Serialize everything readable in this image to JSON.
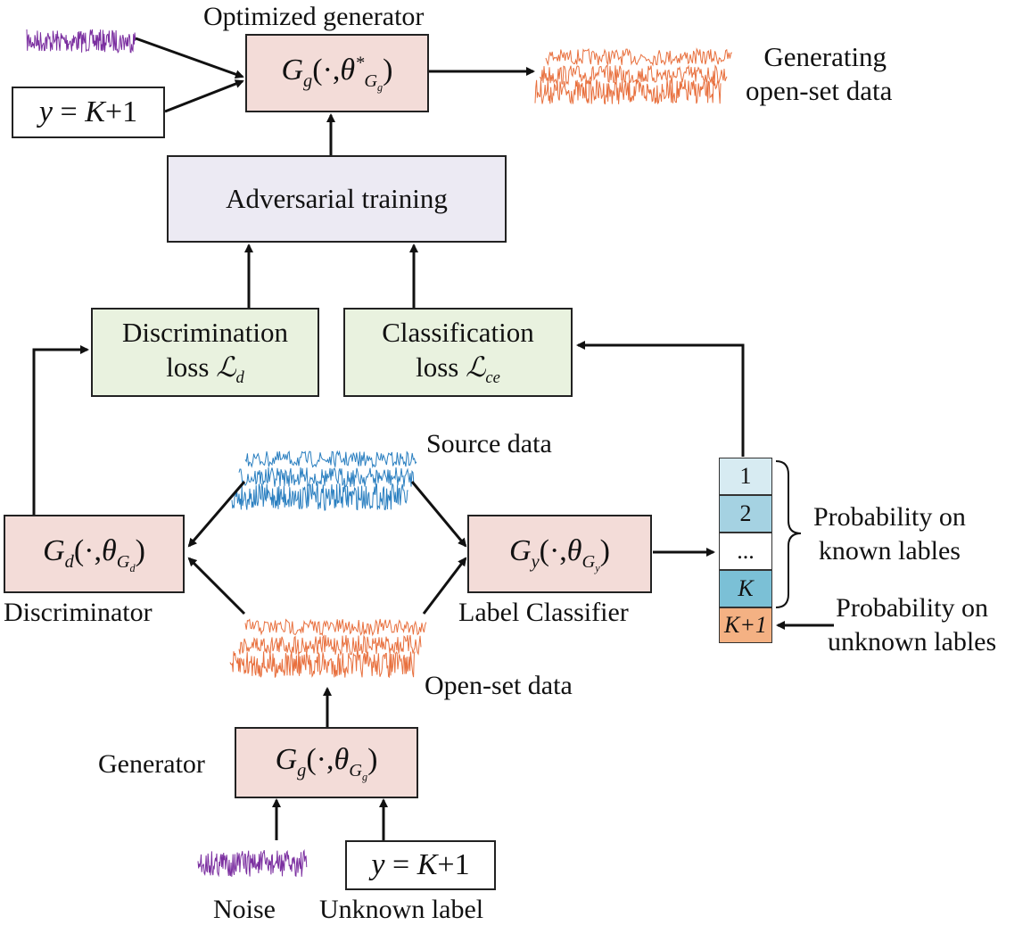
{
  "title": "Optimized generator",
  "optimized_generator": {
    "fn": "G",
    "fn_sub": "g",
    "param": "θ",
    "param_sub": "G",
    "param_subsub": "g",
    "star": "*"
  },
  "top_label_box": {
    "y": "y",
    "eq": " = ",
    "k": "K",
    "plus": "+1"
  },
  "generating": {
    "line1": "Generating",
    "line2": "open-set data"
  },
  "adversarial": "Adversarial training",
  "disc_loss": {
    "line1": "Discrimination",
    "line2": "loss",
    "symbol": "ℒ",
    "sub": "d"
  },
  "class_loss": {
    "line1": "Classification",
    "line2": "loss",
    "symbol": "ℒ",
    "sub": "ce"
  },
  "source_data": "Source data",
  "open_set_data": "Open-set data",
  "discriminator": {
    "fn": "G",
    "fn_sub": "d",
    "param": "θ",
    "param_sub": "G",
    "param_subsub": "d",
    "label": "Discriminator"
  },
  "classifier": {
    "fn": "G",
    "fn_sub": "y",
    "param": "θ",
    "param_sub": "G",
    "param_subsub": "y",
    "label": "Label Classifier"
  },
  "generator": {
    "fn": "G",
    "fn_sub": "g",
    "param": "θ",
    "param_sub": "G",
    "param_subsub": "g",
    "label": "Generator"
  },
  "dot_arg": "(·,",
  "close_paren": ")",
  "probabilities": {
    "cells": [
      "1",
      "2",
      "...",
      "K",
      "K+1"
    ],
    "known_label": {
      "line1": "Probability on",
      "line2": "known lables"
    },
    "unknown_label": {
      "line1": "Probability on",
      "line2": "unknown lables"
    }
  },
  "noise": "Noise",
  "unknown_label": "Unknown label",
  "bottom_label_box": {
    "y": "y",
    "eq": " = ",
    "k": "K",
    "plus": "+1"
  },
  "colors": {
    "pink": "#f3dcd8",
    "green": "#e9f2df",
    "lavender": "#eceaf3",
    "noise": "#7b2fa0",
    "open_set": "#e8703e",
    "source": "#2a7fc0",
    "cell_light": "#d7ebf2",
    "cell_mid": "#a5d2e2",
    "cell_dark": "#7bc0d6",
    "cell_orange": "#f4b183"
  }
}
